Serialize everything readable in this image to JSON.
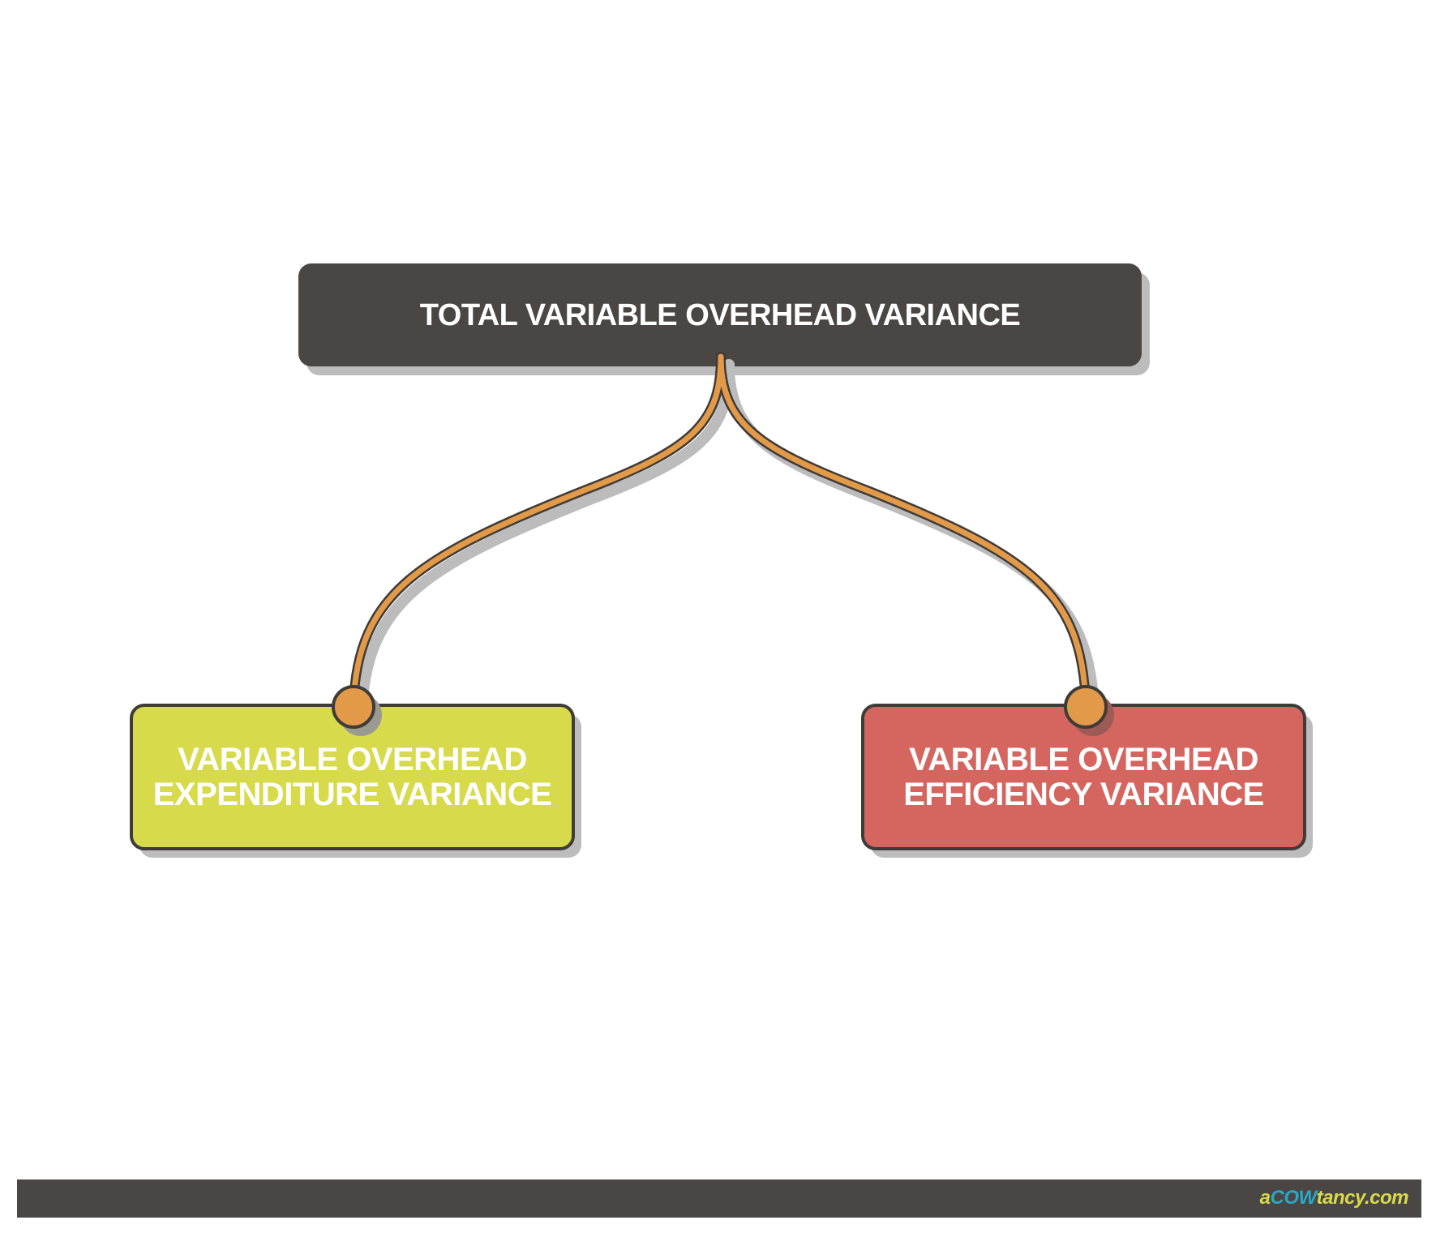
{
  "diagram": {
    "root": {
      "label": "TOTAL VARIABLE OVERHEAD VARIANCE",
      "fill": "#4a4643"
    },
    "children": [
      {
        "label": "VARIABLE OVERHEAD\nEXPENDITURE VARIANCE",
        "fill": "#d7da4b"
      },
      {
        "label": "VARIABLE OVERHEAD\nEFFICIENCY VARIANCE",
        "fill": "#d5655f"
      }
    ],
    "connector_color": "#e39a48",
    "outline_color": "#3f3b39",
    "shadow_color": "#bdbcbc"
  },
  "footer": {
    "bar_color": "#4a4643",
    "brand": {
      "prefix": "a",
      "highlight": "COW",
      "suffix": "tancy.com"
    }
  }
}
